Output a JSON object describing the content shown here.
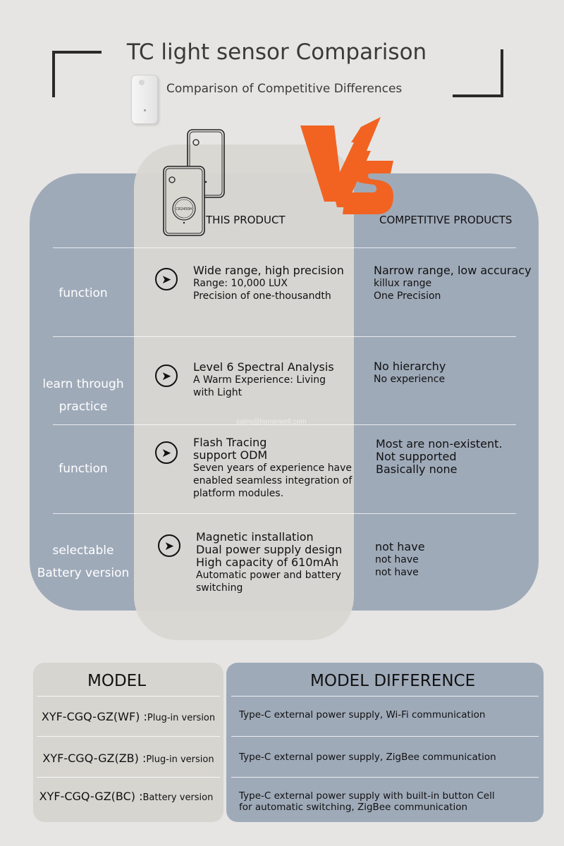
{
  "header": {
    "title": "TC light sensor Comparison",
    "subtitle": "Comparison of Competitive Differences",
    "vs_text": "VS"
  },
  "columns": {
    "this_product": "THIS PRODUCT",
    "competitive": "COMPETITIVE PRODUCTS"
  },
  "device_labels": {
    "battery": "CR2450H"
  },
  "watermark": "sales@hominwell.com",
  "rows": [
    {
      "label_lines": [
        "function"
      ],
      "product_head": "Wide range, high precision",
      "product_lines": [
        "Range: 10,000 LUX",
        "Precision of one-thousandth"
      ],
      "competitor_head": "Narrow range, low accuracy",
      "competitor_lines": [
        "killux range",
        "One Precision"
      ]
    },
    {
      "label_lines": [
        "learn through",
        "practice"
      ],
      "product_head": "Level 6 Spectral Analysis",
      "product_lines": [
        "A Warm Experience: Living",
        "with Light"
      ],
      "competitor_head": "No hierarchy",
      "competitor_lines": [
        "No experience"
      ]
    },
    {
      "label_lines": [
        "function"
      ],
      "product_head_lines": [
        "Flash Tracing",
        "support ODM"
      ],
      "product_lines": [
        "Seven years of experience have",
        "enabled seamless integration of",
        "platform modules."
      ],
      "competitor_head_lines": [
        "Most are non-existent.",
        "Not supported",
        "Basically none"
      ]
    },
    {
      "label_lines": [
        "selectable",
        "Battery version"
      ],
      "product_head_lines": [
        "Magnetic installation",
        "Dual power supply design",
        "High capacity of 610mAh"
      ],
      "product_lines": [
        "Automatic power and battery",
        "switching"
      ],
      "competitor_head": "not have",
      "competitor_lines": [
        "not have",
        "not have"
      ]
    }
  ],
  "models": {
    "left_header": "MODEL",
    "right_header": "MODEL DIFFERENCE",
    "items": [
      {
        "code": "XYF-CGQ-GZ(WF) :",
        "type": "Plug-in version",
        "diff_lines": [
          "Type-C external power supply, Wi-Fi communication"
        ]
      },
      {
        "code": "XYF-CGQ-GZ(ZB) :",
        "type": "Plug-in version",
        "diff_lines": [
          "Type-C external power supply, ZigBee communication"
        ]
      },
      {
        "code": "XYF-CGQ-GZ(BC) :",
        "type": "Battery version",
        "diff_lines": [
          "Type-C external power supply with built-in button Cell",
          "for automatic switching, ZigBee communication"
        ]
      }
    ]
  },
  "colors": {
    "background": "#e6e5e3",
    "competitor_panel": "#9faab9",
    "product_panel": "#d9d7d2",
    "vs_orange": "#f26322",
    "text_dark": "#111111",
    "label_white": "#ffffff"
  },
  "icons": {
    "row_bullet": "circle-chevron-right-icon",
    "vs_mark": "lightning-vs-icon"
  }
}
